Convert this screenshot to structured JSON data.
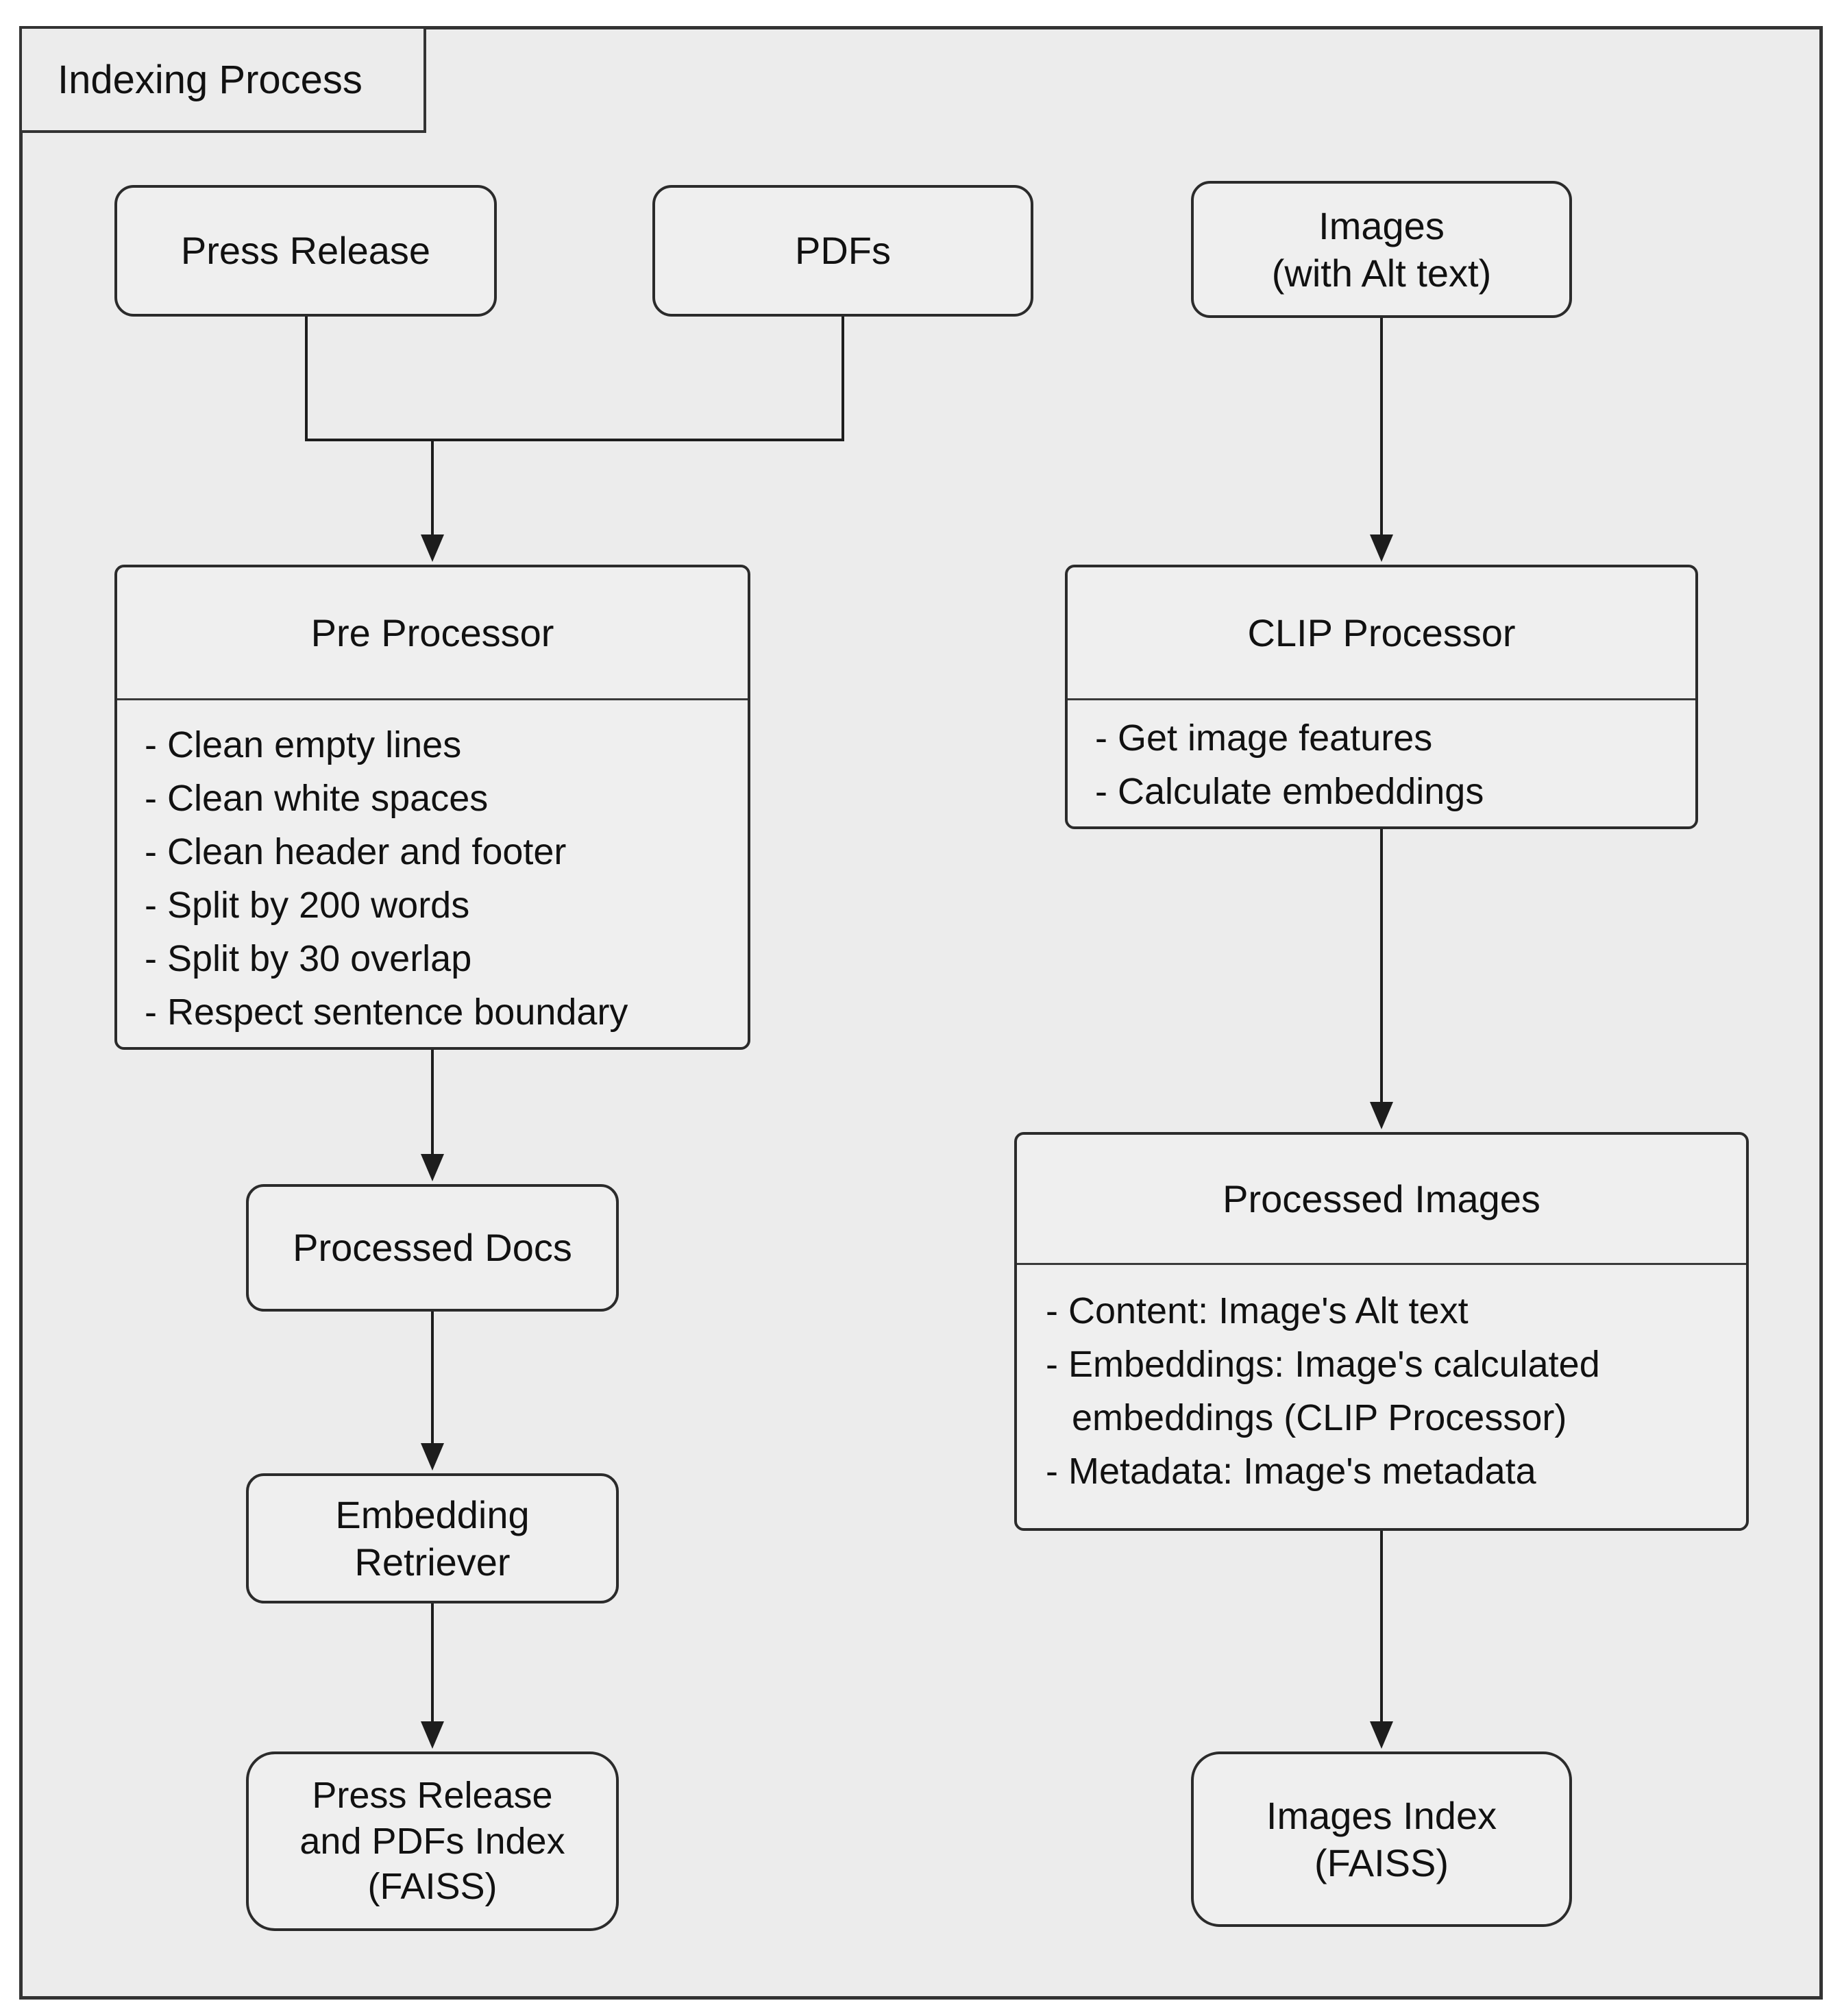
{
  "page": {
    "background_color": "#ececec",
    "frame_border_color": "#333333",
    "node_border_color": "#2b2b2b",
    "text_color": "#111111"
  },
  "diagram": {
    "title": "Indexing Process",
    "sources": {
      "press_release": "Press Release",
      "pdfs": "PDFs",
      "images": "Images\n(with Alt text)"
    },
    "processors": {
      "pre_processor": {
        "title": "Pre Processor",
        "items": [
          "- Clean empty lines",
          "- Clean white spaces",
          "- Clean header and footer",
          "- Split by 200 words",
          "- Split by 30 overlap",
          "- Respect sentence boundary"
        ]
      },
      "clip_processor": {
        "title": "CLIP Processor",
        "items": [
          "- Get image features",
          "- Calculate embeddings"
        ]
      }
    },
    "intermediate": {
      "processed_docs": "Processed Docs",
      "embedding_retriever": "Embedding\nRetriever",
      "processed_images": {
        "title": "Processed Images",
        "items": [
          "- Content: Image's Alt text",
          "- Embeddings: Image's calculated embeddings (CLIP Processor)",
          "- Metadata: Image's metadata"
        ]
      }
    },
    "outputs": {
      "press_pdfs_index": "Press Release\nand PDFs Index\n(FAISS)",
      "images_index": "Images Index\n(FAISS)"
    }
  }
}
